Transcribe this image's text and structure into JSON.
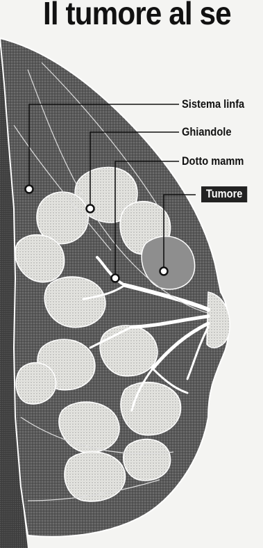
{
  "title": "Il tumore al se",
  "labels": {
    "lymph_system": "Sistema linfa",
    "glands": "Ghiandole",
    "milk_duct": "Dotto mamm",
    "tumor": "Tumore"
  },
  "colors": {
    "background": "#f4f4f2",
    "tissue_dark": "#4a4a4a",
    "tissue_light": "#d8d8d4",
    "label_highlight": "#222222"
  }
}
